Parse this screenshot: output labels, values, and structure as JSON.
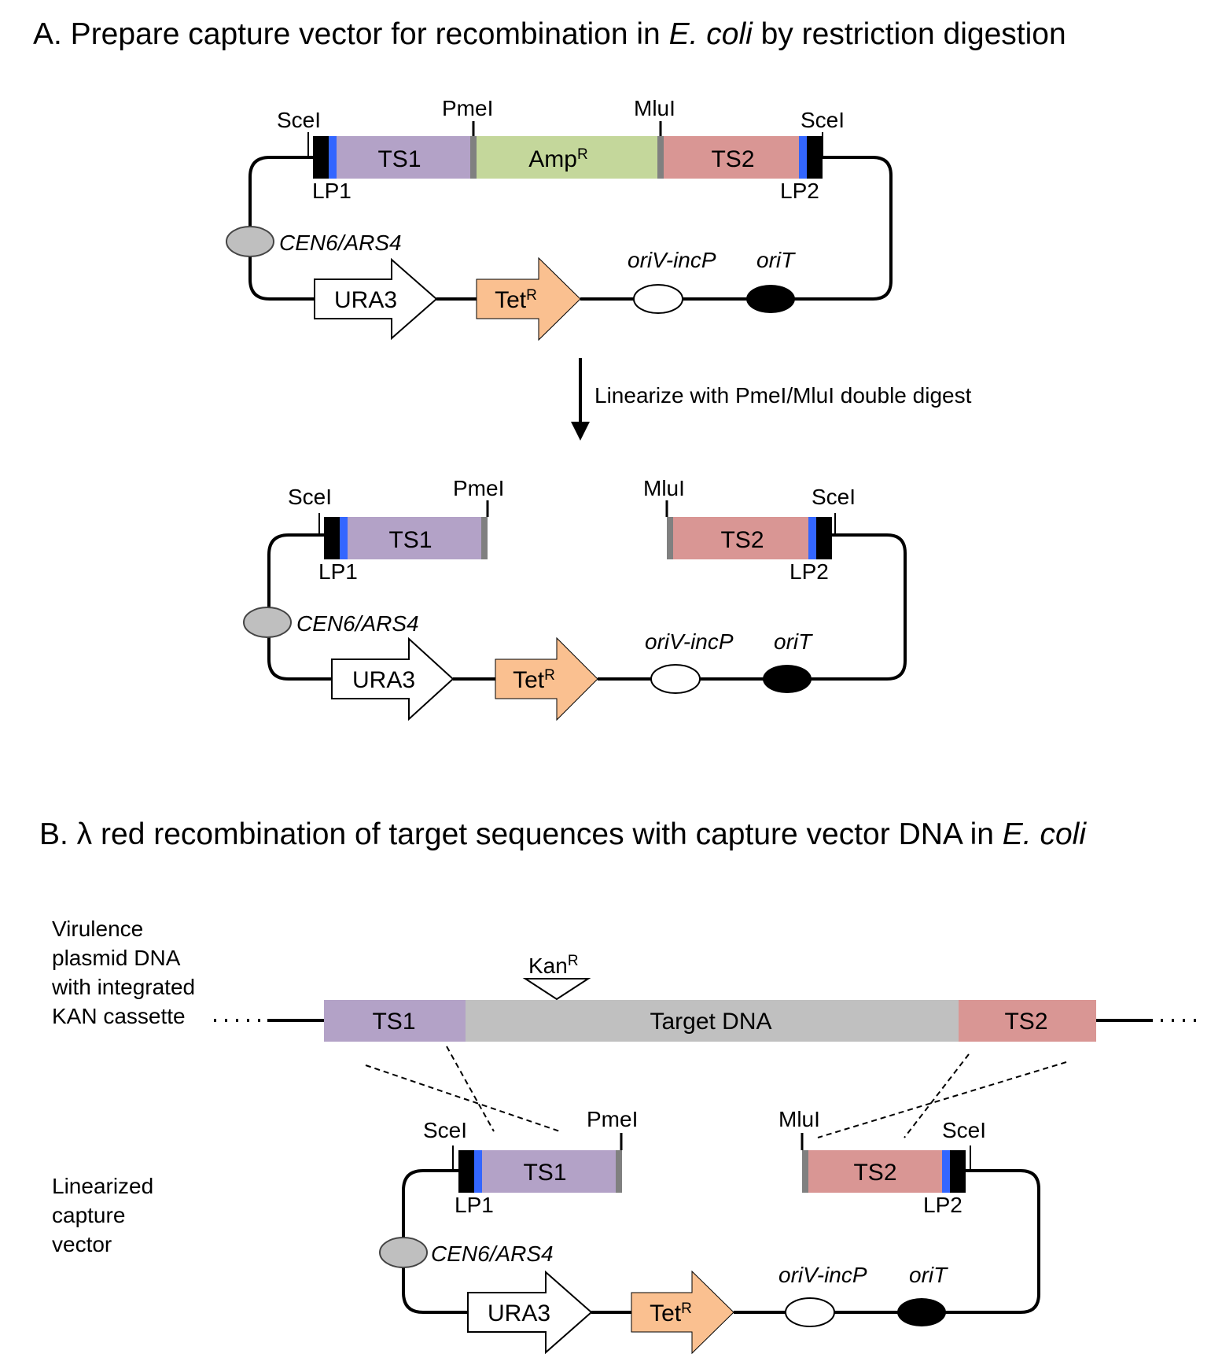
{
  "colors": {
    "ts1": "#b3a2c7",
    "ts2": "#d99694",
    "amp": "#c4d79b",
    "tet": "#fac090",
    "target": "#c0c0c0",
    "lp_blue": "#3366ff",
    "cen": "#bfbfbf",
    "cut": "#808080"
  },
  "panel_a": {
    "title_prefix": "A. Prepare capture vector for recombination in ",
    "title_italic": "E. coli",
    "title_suffix": " by restriction digestion",
    "step_label": "Linearize with PmeI/MluI double digest"
  },
  "panel_b": {
    "title_prefix": "B. λ red recombination of target sequences with capture vector DNA in ",
    "title_italic": "E. coli",
    "virulence_label": [
      "Virulence",
      "plasmid DNA",
      "with integrated",
      "KAN cassette"
    ],
    "linearized_label": [
      "Linearized",
      "capture",
      "vector"
    ],
    "kan_label": "Kan",
    "target_label": "Target DNA"
  },
  "labels": {
    "scei": "SceI",
    "pmei": "PmeI",
    "mlui": "MluI",
    "lp1": "LP1",
    "lp2": "LP2",
    "ts1": "TS1",
    "ts2": "TS2",
    "amp": "Amp",
    "resist_sup": "R",
    "cen": "CEN6/ARS4",
    "ura3": "URA3",
    "tet": "Tet",
    "oriv": "oriV-incP",
    "orit": "oriT"
  }
}
